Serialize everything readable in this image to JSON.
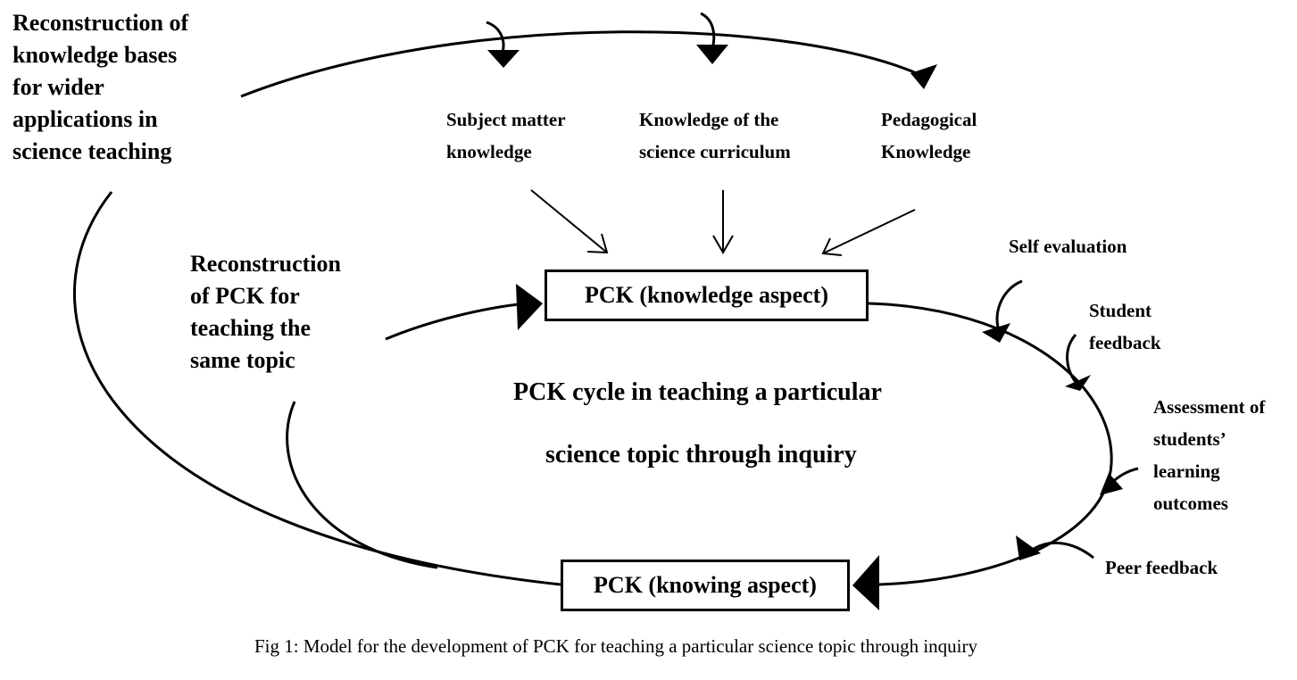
{
  "top_left_label": [
    "Reconstruction of",
    "knowledge bases",
    "for wider",
    "applications in",
    "science teaching"
  ],
  "inner_left_label": [
    "Reconstruction",
    "of PCK for",
    "teaching the",
    "same topic"
  ],
  "knowledge_sources": [
    [
      "Subject matter",
      "knowledge"
    ],
    [
      "Knowledge of the",
      "science curriculum"
    ],
    [
      "Pedagogical",
      "Knowledge"
    ]
  ],
  "box_top": "PCK (knowledge aspect)",
  "box_bottom": "PCK (knowing aspect)",
  "cycle_title": [
    "PCK cycle in teaching a particular",
    "science topic through inquiry"
  ],
  "feedback_labels": {
    "self_evaluation": [
      "Self evaluation"
    ],
    "student_feedback": [
      "Student",
      "feedback"
    ],
    "assessment": [
      "Assessment of",
      "students’",
      "learning",
      "outcomes"
    ],
    "peer_feedback": [
      "Peer feedback"
    ]
  },
  "caption": "Fig 1: Model for the development of PCK for teaching a particular science topic through inquiry"
}
